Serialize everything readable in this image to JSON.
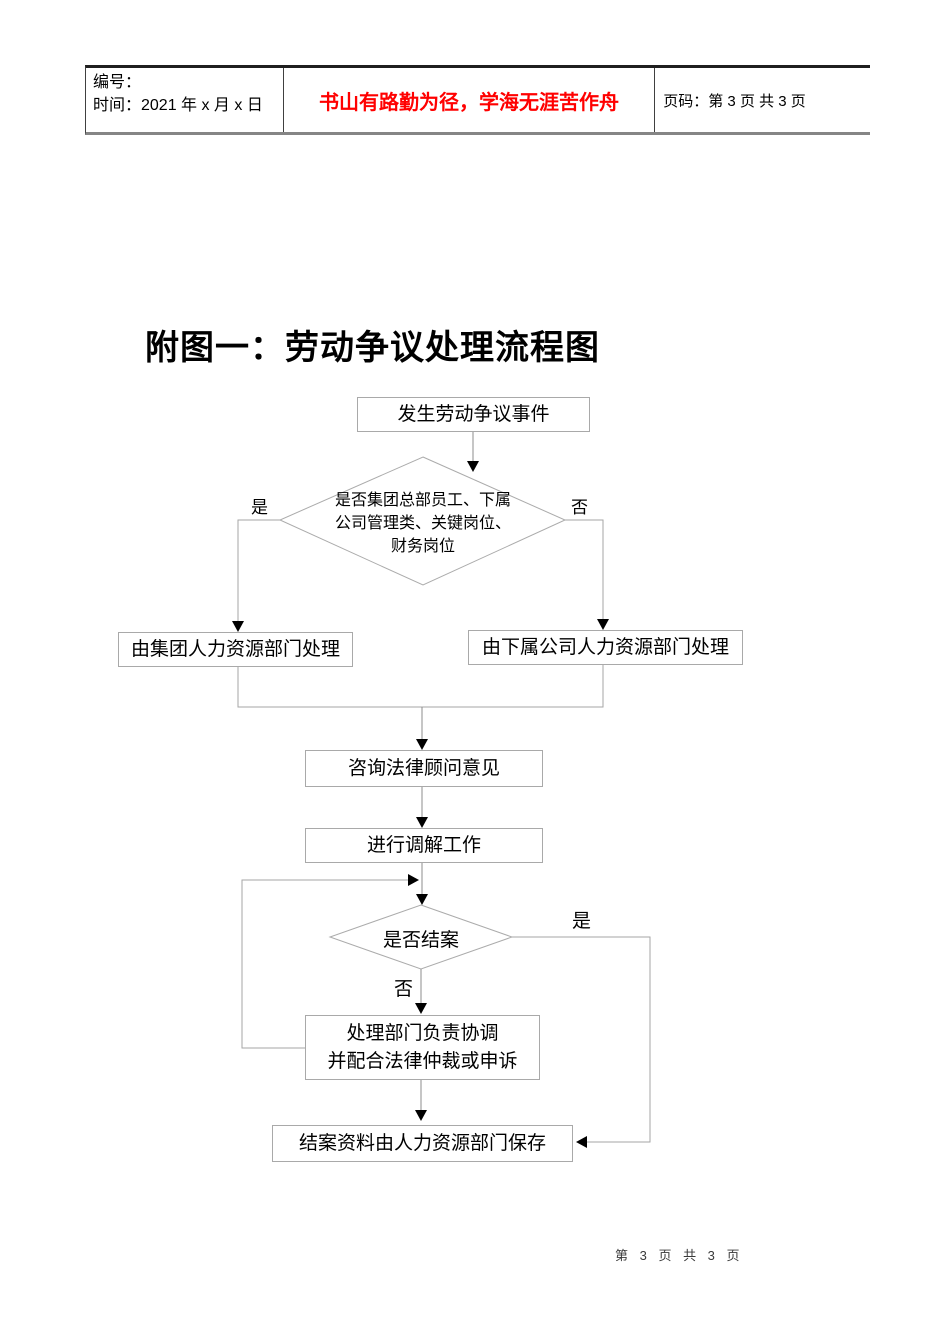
{
  "header": {
    "number_label": "编号：",
    "time_label": "时间：2021 年 x 月 x 日",
    "motto": "书山有路勤为径，学海无涯苦作舟",
    "page_info": "页码：第 3 页  共 3 页"
  },
  "title": "附图一：劳动争议处理流程图",
  "flowchart": {
    "nodes": {
      "start": "发生劳动争议事件",
      "decision1": "是否集团总部员工、下属\n公司管理类、关键岗位、\n财务岗位",
      "group_hr": "由集团人力资源部门处理",
      "subsidiary_hr": "由下属公司人力资源部门处理",
      "consult": "咨询法律顾问意见",
      "mediate": "进行调解工作",
      "decision2": "是否结案",
      "coordinate": "处理部门负责协调\n并配合法律仲裁或申诉",
      "archive": "结案资料由人力资源部门保存"
    },
    "labels": {
      "yes1": "是",
      "no1": "否",
      "yes2": "是",
      "no2": "否"
    }
  },
  "footer": {
    "page_number": "第 3 页 共 3 页"
  },
  "colors": {
    "accent_red": "#ff0000",
    "line_gray": "#8c8c8c",
    "border_gray": "#a9a9a9",
    "arrow_black": "#000000"
  }
}
